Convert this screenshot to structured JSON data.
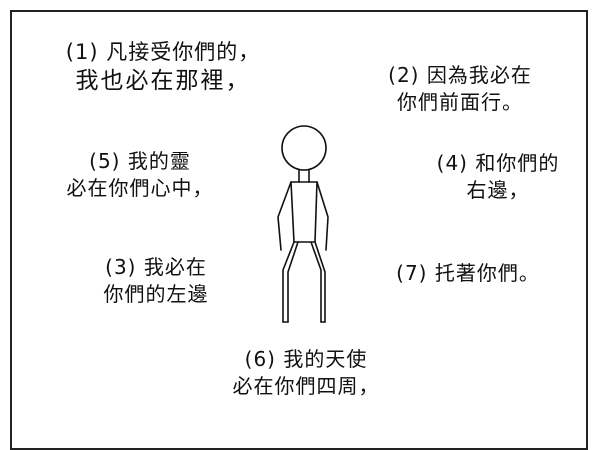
{
  "captions": [
    {
      "id": "c1",
      "lines": [
        "(1) 凡接受你們的，",
        "我也必在那裡，"
      ]
    },
    {
      "id": "c2",
      "lines": [
        "(2) 因為我必在",
        "你們前面行。"
      ]
    },
    {
      "id": "c5",
      "lines": [
        "(5) 我的靈",
        "必在你們心中，"
      ]
    },
    {
      "id": "c4",
      "lines": [
        "(4) 和你們的",
        "右邊，"
      ]
    },
    {
      "id": "c3",
      "lines": [
        "(3) 我必在",
        "你們的左邊"
      ]
    },
    {
      "id": "c7",
      "lines": [
        "(7) 托著你們。"
      ]
    },
    {
      "id": "c6",
      "lines": [
        "(6) 我的天使",
        "必在你們四周，"
      ]
    }
  ]
}
